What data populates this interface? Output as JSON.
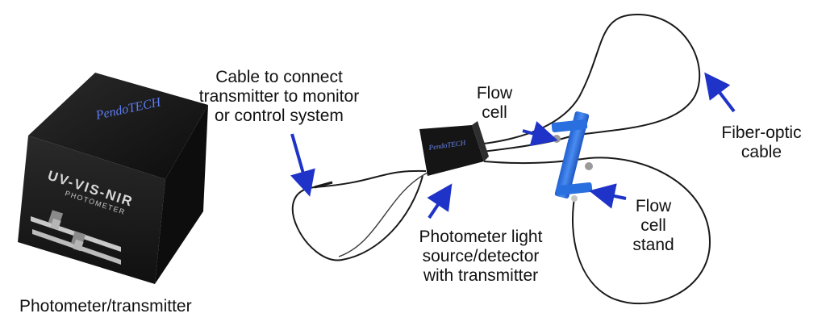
{
  "labels": {
    "photometer_transmitter": "Photometer/transmitter",
    "cable_connect": "Cable to connect\ntransmitter to monitor\nor control system",
    "flow_cell": "Flow\ncell",
    "fiber_optic_cable": "Fiber-optic\ncable",
    "photometer_light_source": "Photometer light\nsource/detector\nwith transmitter",
    "flow_cell_stand": "Flow\ncell\nstand"
  },
  "device_markings": {
    "brand_logo": "PendoTECH",
    "panel_model": "UV-VIS-NIR",
    "panel_sub": "PHOTOMETER"
  },
  "colors": {
    "arrow": "#1f33c8",
    "device_body": "#141414",
    "flow_cell_blue": "#2a6fe0",
    "cable": "#1a1a1a"
  }
}
